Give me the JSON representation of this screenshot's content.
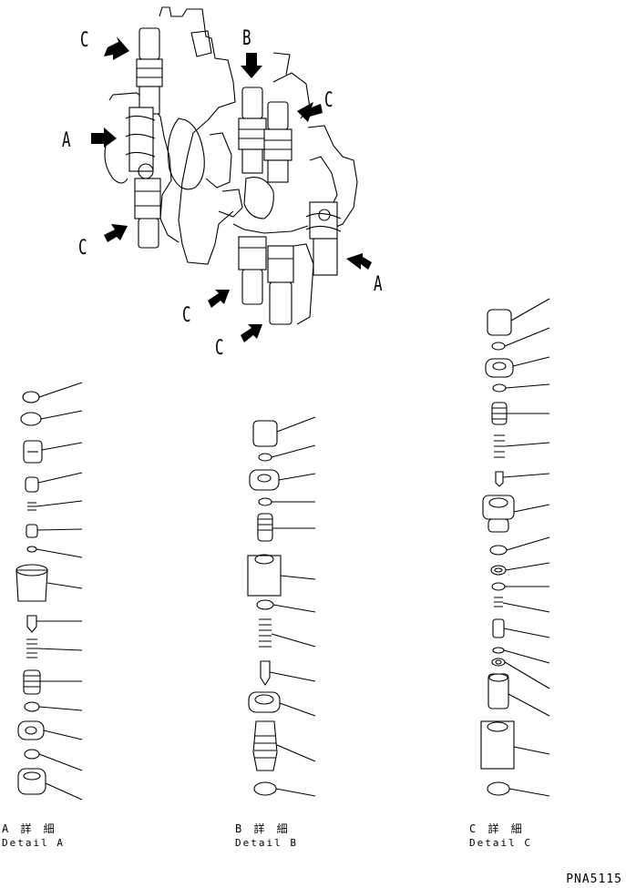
{
  "labels": {
    "a1": "A",
    "a2": "A",
    "b": "B",
    "c1": "C",
    "c2": "C",
    "c3": "C",
    "c4": "C",
    "c5": "C"
  },
  "details": {
    "a": {
      "caption_jp": "A 詳 細",
      "caption_en": "Detail A"
    },
    "b": {
      "caption_jp": "B 詳 細",
      "caption_en": "Detail B"
    },
    "c": {
      "caption_jp": "C 詳 細",
      "caption_en": "Detail C"
    }
  },
  "doc_id": "PNA5115"
}
